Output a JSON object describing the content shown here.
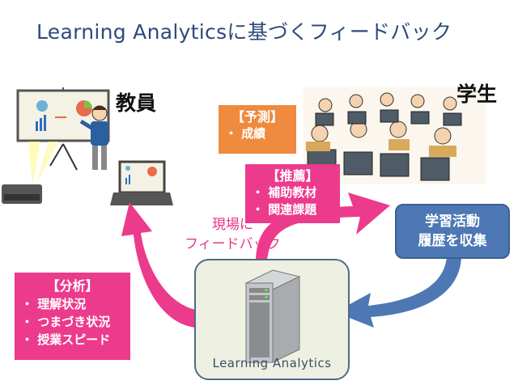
{
  "title": "Learning Analyticsに基づくフィードバック",
  "teacher_label": "教員",
  "student_label": "学生",
  "predict": {
    "heading": "【予測】",
    "items": [
      "成績"
    ]
  },
  "recommend": {
    "heading": "【推薦】",
    "items": [
      "補助教材",
      "関連課題"
    ]
  },
  "analysis": {
    "heading": "【分析】",
    "items": [
      "理解状況",
      "つまづき状況",
      "授業スピード"
    ]
  },
  "feedback": {
    "line1": "現場に",
    "line2": "フィードバック"
  },
  "collect": {
    "line1": "学習活動",
    "line2": "履歴を収集"
  },
  "server_label": "Learning Analytics",
  "colors": {
    "pink": "#ec3a8c",
    "orange": "#ef8a3e",
    "blue": "#4d78b3",
    "title": "#2d4a7c"
  }
}
